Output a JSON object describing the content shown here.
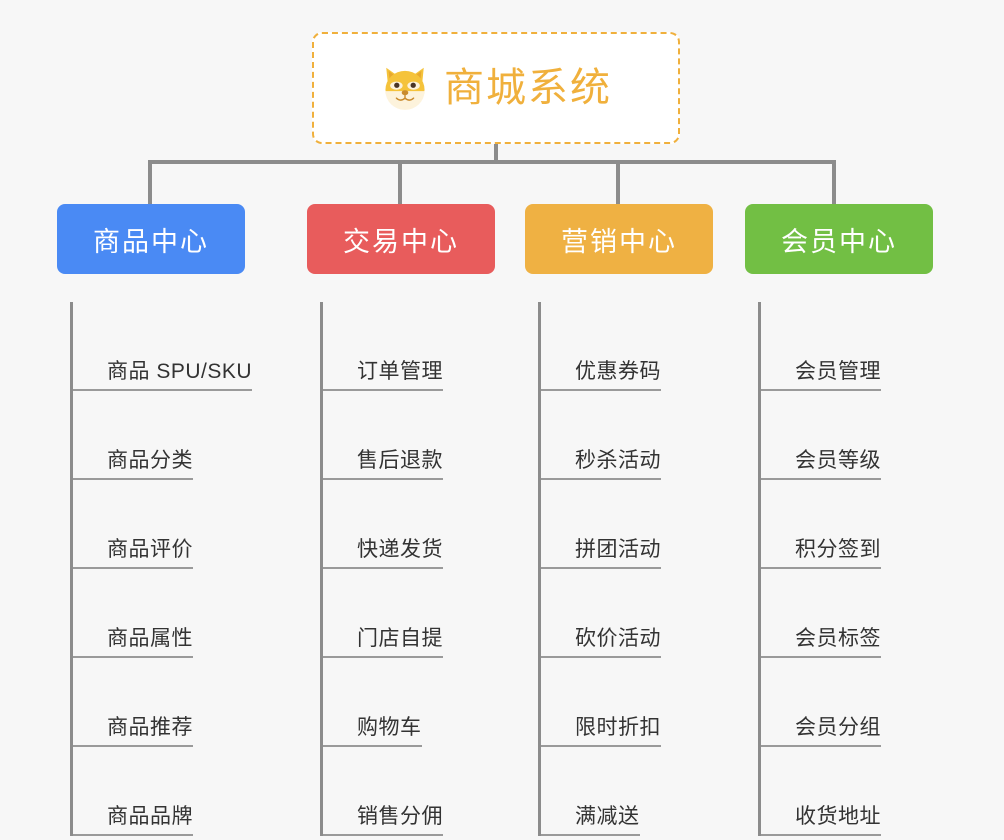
{
  "page": {
    "background_color": "#f7f7f7",
    "type": "mindmap"
  },
  "root": {
    "title": "商城系统",
    "icon": "shiba-dog-face-emoji",
    "border_color": "#f0b03c",
    "text_color": "#f0b03c",
    "background_color": "#ffffff"
  },
  "connector": {
    "color": "#8c8c8c"
  },
  "branches": [
    {
      "label": "商品中心",
      "color": "#4a8af4",
      "items": [
        "商品 SPU/SKU",
        "商品分类",
        "商品评价",
        "商品属性",
        "商品推荐",
        "商品品牌"
      ]
    },
    {
      "label": "交易中心",
      "color": "#e85c5c",
      "items": [
        "订单管理",
        "售后退款",
        "快递发货",
        "门店自提",
        "购物车",
        "销售分佣"
      ]
    },
    {
      "label": "营销中心",
      "color": "#efb143",
      "items": [
        "优惠券码",
        "秒杀活动",
        "拼团活动",
        "砍价活动",
        "限时折扣",
        "满减送"
      ]
    },
    {
      "label": "会员中心",
      "color": "#72bf44",
      "items": [
        "会员管理",
        "会员等级",
        "积分签到",
        "会员标签",
        "会员分组",
        "收货地址"
      ]
    }
  ]
}
